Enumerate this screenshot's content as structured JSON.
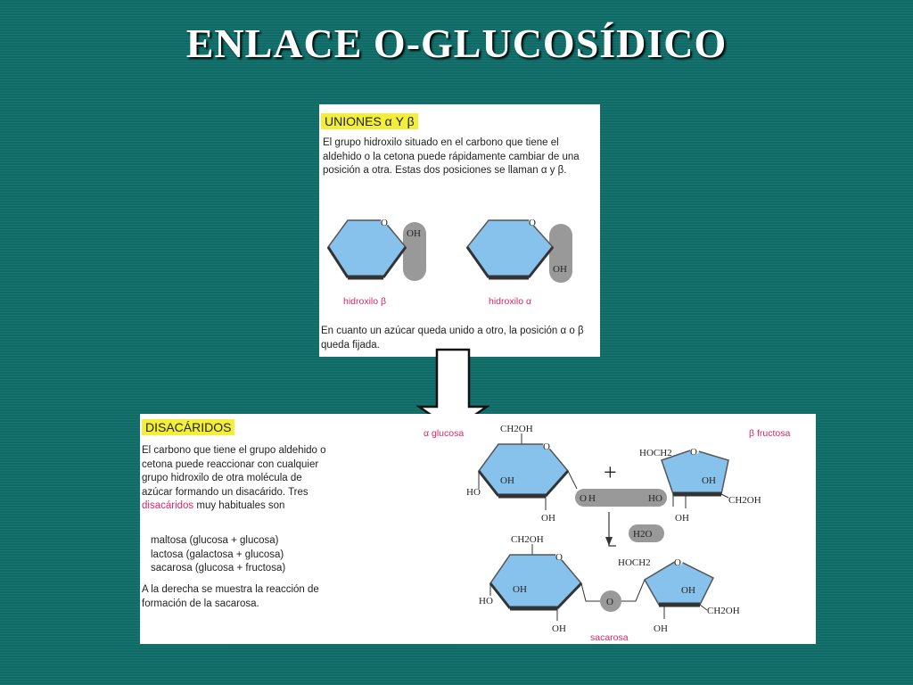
{
  "slide": {
    "title": "ENLACE O-GLUCOSÍDICO"
  },
  "panel_top": {
    "heading": "UNIONES α Y β",
    "body": "El grupo hidroxilo situado en el carbono que tiene el aldehido o la cetona puede rápidamente cambiar de una posición a otra. Estas dos posiciones se llaman α y β.",
    "label_beta": "hidroxilo β",
    "label_alpha": "hidroxilo α",
    "oxygen": "O",
    "oh": "OH",
    "footer": "En cuanto un azúcar queda unido a otro, la posición α o β queda fijada."
  },
  "panel_bottom": {
    "heading": "DISACÁRIDOS",
    "body_pre": "El carbono que tiene el grupo aldehido o cetona puede reaccionar con cualquier grupo hidroxilo de otra molécula de azúcar formando un disacárido. Tres ",
    "body_pink": "disacáridos",
    "body_post": " muy habituales son",
    "list": [
      "maltosa (glucosa + glucosa)",
      "lactosa (galactosa + glucosa)",
      "sacarosa (glucosa + fructosa)"
    ],
    "footer": "A la derecha se muestra la reacción de formación de la sacarosa.",
    "label_alpha_glucose": "α glucosa",
    "label_beta_fructose": "β fructosa",
    "label_sucrose": "sacarosa",
    "plus": "+",
    "ch2oh": "CH2OH",
    "hoch2": "HOCH2",
    "oh": "OH",
    "ho": "HO",
    "o": "O",
    "h": "H",
    "water": "H2O"
  },
  "colors": {
    "background": "#0f6b66",
    "ring_fill": "#87c2ec",
    "highlight": "#f3ee38",
    "label_pink": "#d4266a",
    "capsule": "#999999"
  }
}
